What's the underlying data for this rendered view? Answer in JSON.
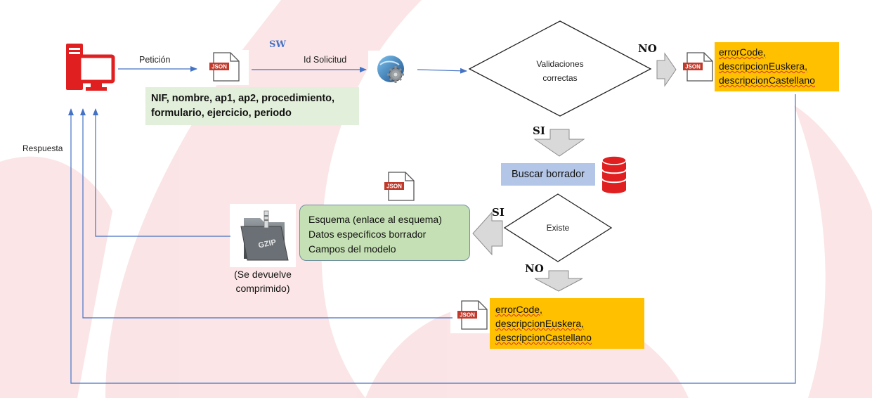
{
  "labels": {
    "peticion": "Petición",
    "sw": "SW",
    "id_solicitud": "Id Solicitud",
    "respuesta": "Respuesta",
    "validaciones_line1": "Validaciones",
    "validaciones_line2": "correctas",
    "no_top": "NO",
    "si_validaciones": "SI",
    "existe": "Existe",
    "si_existe": "SI",
    "no_existe": "NO",
    "json": "JSON",
    "gzip": "GZIP"
  },
  "params_box": {
    "line1": "NIF, nombre, ap1, ap2, procedimiento,",
    "line2": "formulario, ejercicio, periodo"
  },
  "buscar_borrador": "Buscar borrador",
  "result_box": {
    "line1": "Esquema (enlace al esquema)",
    "line2": "Datos específicos borrador",
    "line3": "Campos del modelo"
  },
  "gzip_caption": {
    "line1": "(Se devuelve",
    "line2": "comprimido)"
  },
  "error_top": {
    "line1": "errorCode,",
    "line2": "descripcionEuskera,",
    "line3": "descripcionCastellano"
  },
  "error_bottom": {
    "line1": "errorCode,",
    "line2": "descripcionEuskera,",
    "line3": "descripcionCastellano"
  },
  "colors": {
    "arrow_blue": "#4472c4",
    "client_red": "#e02020",
    "json_red": "#c0392b",
    "error_fill": "#ffc000",
    "params_fill": "#e2efda",
    "buscar_fill": "#b4c6e7",
    "result_fill": "#c5e0b4"
  }
}
